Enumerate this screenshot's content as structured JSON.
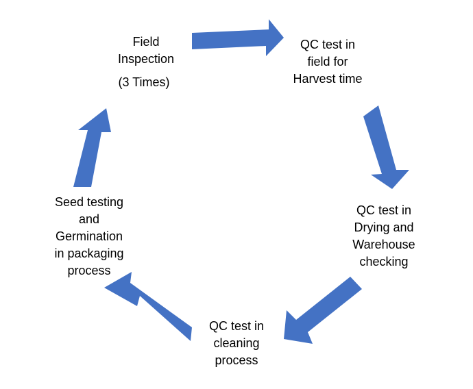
{
  "diagram": {
    "arrow_color": "#4472c4",
    "nodes": [
      {
        "lines": [
          "Field",
          "Inspection"
        ],
        "note": "(3 Times)"
      },
      {
        "lines": [
          "QC test in",
          "field for",
          "Harvest time"
        ]
      },
      {
        "lines": [
          "QC test in",
          "Drying and",
          "Warehouse",
          "checking"
        ]
      },
      {
        "lines": [
          "QC test in",
          "cleaning",
          "process"
        ]
      },
      {
        "lines": [
          "Seed testing",
          "and",
          "Germination",
          "in packaging",
          "process"
        ]
      }
    ]
  }
}
